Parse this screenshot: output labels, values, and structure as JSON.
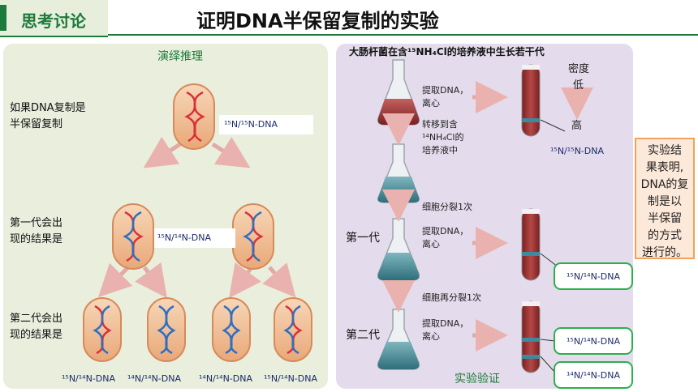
{
  "header": {
    "section": "思考讨论",
    "title": "证明DNA半保留复制的实验"
  },
  "left": {
    "heading": "演绎推理",
    "q1_line1": "如果DNA复制是",
    "q1_line2": "半保留复制",
    "label_parent": "¹⁵N/¹⁵N-DNA",
    "q2_line1": "第一代会出",
    "q2_line2": "现的结果是",
    "label_gen1": "¹⁵N/¹⁴N-DNA",
    "q3_line1": "第二代会出",
    "q3_line2": "现的结果是",
    "gen2_labels": [
      "¹⁵N/¹⁴N-DNA",
      "¹⁴N/¹⁴N-DNA",
      "¹⁴N/¹⁴N-DNA",
      "¹⁵N/¹⁴N-DNA"
    ]
  },
  "right": {
    "heading": "大肠杆菌在含¹⁵NH₄Cl的培养液中生长若干代",
    "extract1_l1": "提取DNA，",
    "extract1_l2": "离心",
    "density_top": "密度",
    "density_low": "低",
    "density_high": "高",
    "transfer_l1": "转移到含",
    "transfer_l2": "¹⁴NH₄Cl的",
    "transfer_l3": "培养液中",
    "parent_label": "¹⁵N/¹⁵N-DNA",
    "divide1": "细胞分裂1次",
    "gen1": "第一代",
    "extract2_l1": "提取DNA，",
    "extract2_l2": "离心",
    "gen1_label": "¹⁵N/¹⁴N-DNA",
    "divide2": "细胞再分裂1次",
    "gen2": "第二代",
    "extract3_l1": "提取DNA，",
    "extract3_l2": "离心",
    "gen2_label_a": "¹⁵N/¹⁴N-DNA",
    "gen2_label_b": "¹⁴N/¹⁴N-DNA",
    "footer": "实验验证"
  },
  "callout": {
    "lines": [
      "实验结",
      "果表明,",
      "DNA的复",
      "制是以",
      "半保留",
      "的方式",
      "进行的。"
    ]
  },
  "colors": {
    "green": "#1c7a3a",
    "heavy": "#d8313a",
    "light": "#2f6fc0",
    "cell": "#f2c29a",
    "tube": "#a33a3a"
  }
}
